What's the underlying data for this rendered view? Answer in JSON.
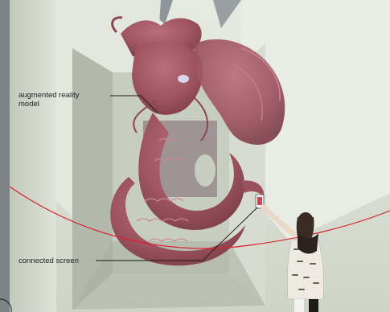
{
  "annotations": {
    "ar_model": {
      "line1": "augmented reality",
      "line2": "model"
    },
    "connected_screen": "connected screen"
  },
  "colors": {
    "background_frame": "#7d8286",
    "wall": "#dde2d7",
    "wall_shadow": "#b7bcb1",
    "dragon": "#a35a66",
    "tracking_line": "#d9232a",
    "callout_line": "#1a1a1a"
  }
}
